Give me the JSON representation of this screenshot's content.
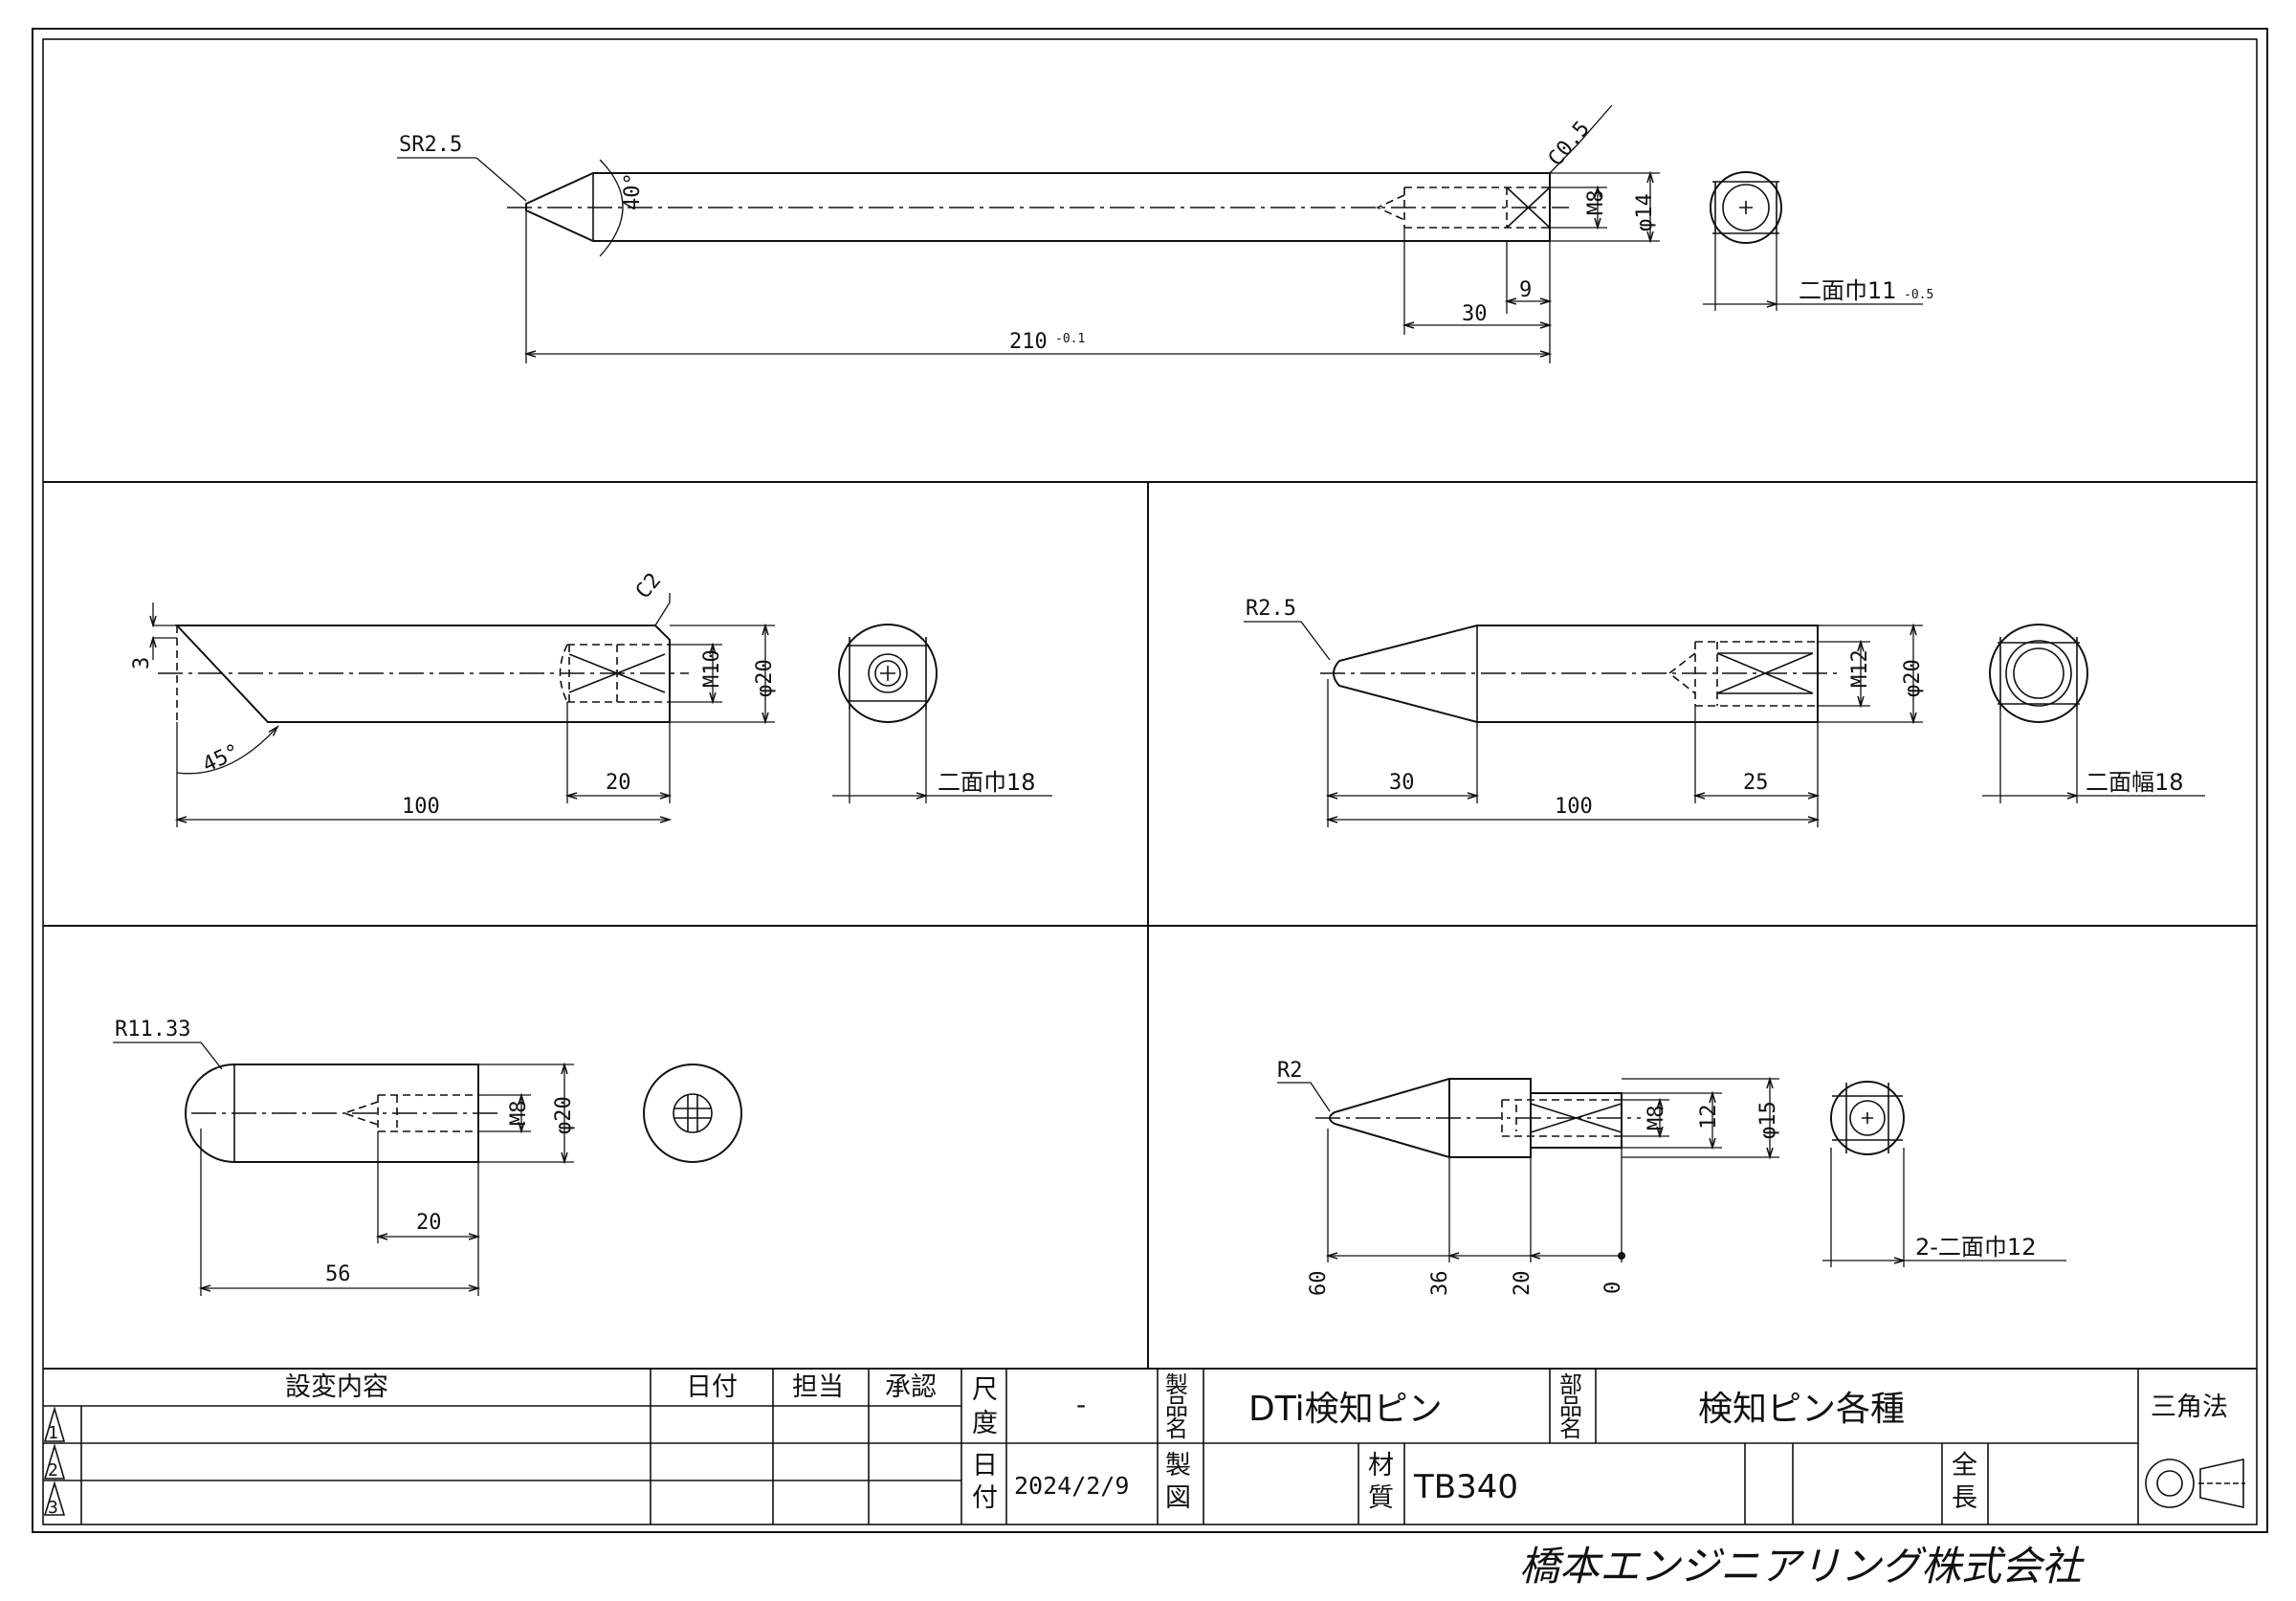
{
  "views": {
    "v1": {
      "sr": "SR2.5",
      "chamfer": "C0.5",
      "angle": "40°",
      "thread": "M8",
      "dia": "φ14",
      "d_len": "9",
      "d_hole": "30",
      "d_total": "210",
      "tol": "-0.1",
      "flat": "二面巾11",
      "flat_tol": "-0.5"
    },
    "v2": {
      "chamfer": "C2",
      "offset": "3",
      "angle": "45°",
      "thread": "M10",
      "dia": "φ20",
      "d_hole": "20",
      "d_total": "100",
      "flat": "二面巾18"
    },
    "v3": {
      "radius": "R2.5",
      "thread": "M12",
      "dia": "φ20",
      "d_tip": "30",
      "d_total": "100",
      "d_hole": "25",
      "flat": "二面幅18"
    },
    "v4": {
      "radius": "R11.33",
      "thread": "M8",
      "dia": "φ20",
      "d_hole": "20",
      "d_total": "56"
    },
    "v5": {
      "radius": "R2",
      "thread": "M8",
      "inner": "12",
      "dia": "φ15",
      "o60": "60",
      "o36": "36",
      "o20": "20",
      "o0": "0",
      "flat": "2-二面巾12"
    }
  },
  "title_block": {
    "change_header": "設変内容",
    "date_header": "日付",
    "person_header": "担当",
    "approval_header": "承認",
    "rev1": "1",
    "rev2": "2",
    "rev3": "3",
    "scale_label_1": "尺",
    "scale_label_2": "度",
    "scale_value": "-",
    "date_label_1": "日",
    "date_label_2": "付",
    "date_value": "2024/2/9",
    "product_label_1": "製",
    "product_label_2": "品",
    "product_label_3": "名",
    "product_value": "DTi検知ピン",
    "drawing_label_1": "製",
    "drawing_label_2": "図",
    "part_label_1": "部",
    "part_label_2": "品",
    "part_label_3": "名",
    "part_value": "検知ピン各種",
    "material_label_1": "材",
    "material_label_2": "質",
    "material_value": "TB340",
    "length_label_1": "全",
    "length_label_2": "長",
    "projection": "三角法",
    "company": "橋本エンジニアリング株式会社"
  }
}
